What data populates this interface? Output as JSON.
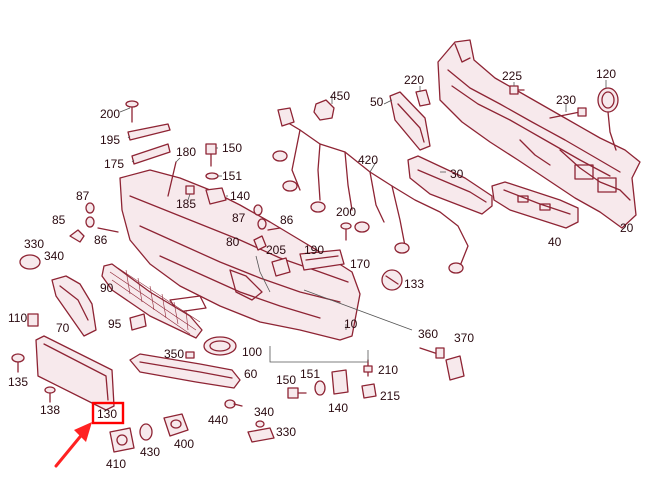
{
  "diagram": {
    "labels": [
      {
        "id": "p450",
        "text": "450"
      },
      {
        "id": "p220",
        "text": "220"
      },
      {
        "id": "p225",
        "text": "225"
      },
      {
        "id": "p120",
        "text": "120"
      },
      {
        "id": "p200a",
        "text": "200"
      },
      {
        "id": "p50",
        "text": "50"
      },
      {
        "id": "p230",
        "text": "230"
      },
      {
        "id": "p195",
        "text": "195"
      },
      {
        "id": "p175",
        "text": "175"
      },
      {
        "id": "p180",
        "text": "180"
      },
      {
        "id": "p150a",
        "text": "150"
      },
      {
        "id": "p151a",
        "text": "151"
      },
      {
        "id": "p420",
        "text": "420"
      },
      {
        "id": "p30",
        "text": "30"
      },
      {
        "id": "p185",
        "text": "185"
      },
      {
        "id": "p140a",
        "text": "140"
      },
      {
        "id": "p87a",
        "text": "87"
      },
      {
        "id": "p85",
        "text": "85"
      },
      {
        "id": "p86a",
        "text": "86"
      },
      {
        "id": "p87b",
        "text": "87"
      },
      {
        "id": "p86b",
        "text": "86"
      },
      {
        "id": "p200b",
        "text": "200"
      },
      {
        "id": "p20",
        "text": "20"
      },
      {
        "id": "p40",
        "text": "40"
      },
      {
        "id": "p330a",
        "text": "330"
      },
      {
        "id": "p80",
        "text": "80"
      },
      {
        "id": "p205",
        "text": "205"
      },
      {
        "id": "p190",
        "text": "190"
      },
      {
        "id": "p340a",
        "text": "340"
      },
      {
        "id": "p170",
        "text": "170"
      },
      {
        "id": "p133",
        "text": "133"
      },
      {
        "id": "p90",
        "text": "90"
      },
      {
        "id": "p110",
        "text": "110"
      },
      {
        "id": "p70",
        "text": "70"
      },
      {
        "id": "p95",
        "text": "95"
      },
      {
        "id": "p10",
        "text": "10"
      },
      {
        "id": "p360",
        "text": "360"
      },
      {
        "id": "p370",
        "text": "370"
      },
      {
        "id": "p350",
        "text": "350"
      },
      {
        "id": "p100",
        "text": "100"
      },
      {
        "id": "p135",
        "text": "135"
      },
      {
        "id": "p60",
        "text": "60"
      },
      {
        "id": "p210",
        "text": "210"
      },
      {
        "id": "p150b",
        "text": "150"
      },
      {
        "id": "p151b",
        "text": "151"
      },
      {
        "id": "p215",
        "text": "215"
      },
      {
        "id": "p138",
        "text": "138"
      },
      {
        "id": "p440",
        "text": "440"
      },
      {
        "id": "p140b",
        "text": "140"
      },
      {
        "id": "p340b",
        "text": "340"
      },
      {
        "id": "p130",
        "text": "130"
      },
      {
        "id": "p330b",
        "text": "330"
      },
      {
        "id": "p400",
        "text": "400"
      },
      {
        "id": "p430",
        "text": "430"
      },
      {
        "id": "p410",
        "text": "410"
      }
    ],
    "highlight_color": "#ff0000",
    "line_color": "#8e2434"
  }
}
